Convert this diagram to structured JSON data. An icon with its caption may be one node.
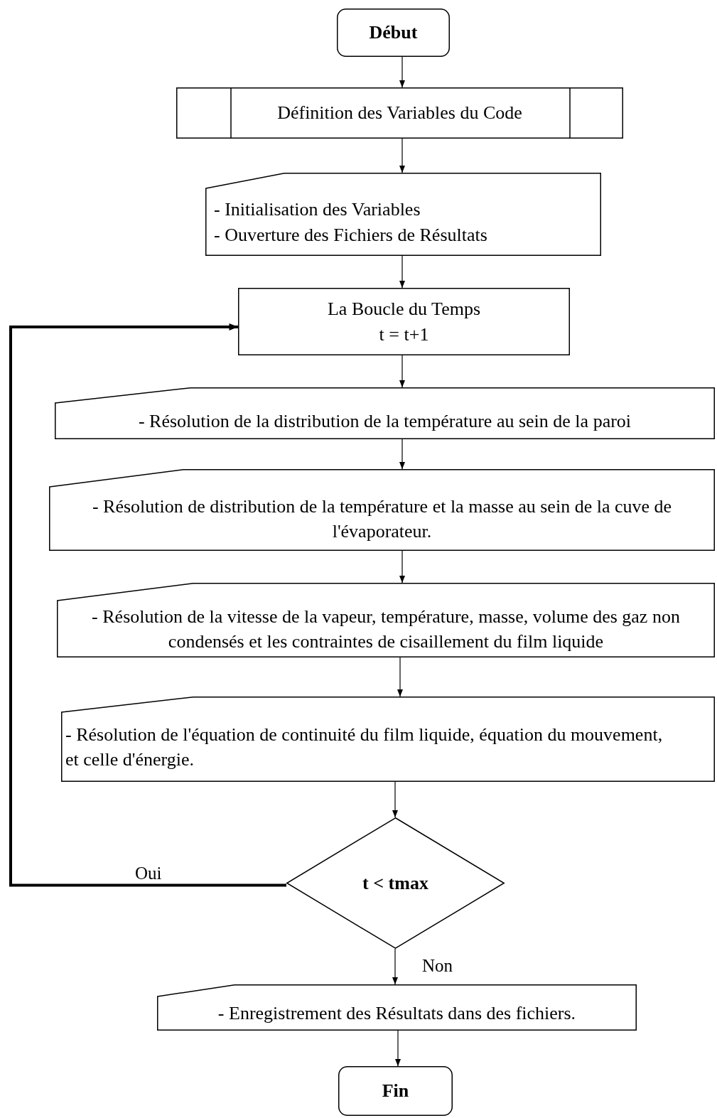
{
  "diagram": {
    "nodes": [
      {
        "text": [
          "Début"
        ]
      },
      {
        "text": [
          "Définition des Variables du Code"
        ]
      },
      {
        "text": [
          "- Initialisation des Variables",
          "- Ouverture des Fichiers de Résultats"
        ]
      },
      {
        "text": [
          "La Boucle du Temps",
          "t = t+1"
        ]
      },
      {
        "text": [
          "- Résolution de la distribution de la température au sein de la paroi"
        ]
      },
      {
        "text": [
          "- Résolution de distribution de la température et la masse au sein de la cuve de l'évaporateur."
        ]
      },
      {
        "text": [
          "- Résolution de la vitesse de la vapeur, température, masse, volume des gaz non condensés et les contraintes de cisaillement du film liquide"
        ]
      },
      {
        "text": [
          "- Résolution de l'équation de continuité du film liquide, équation du mouvement, et celle d'énergie."
        ]
      },
      {
        "text": [
          "t < tmax"
        ]
      },
      {
        "text": [
          "- Enregistrement des Résultats dans des fichiers."
        ]
      },
      {
        "text": [
          "Fin"
        ]
      }
    ],
    "edges": [
      {
        "from": 0,
        "to": 1,
        "arrow": "to"
      },
      {
        "from": 1,
        "to": 2,
        "arrow": "to"
      },
      {
        "from": 2,
        "to": 3,
        "arrow": "to"
      },
      {
        "from": 3,
        "to": 4,
        "arrow": "to"
      },
      {
        "from": 4,
        "to": 5,
        "arrow": "to"
      },
      {
        "from": 5,
        "to": 6,
        "arrow": "to"
      },
      {
        "from": 6,
        "to": 7,
        "arrow": "to"
      },
      {
        "from": 7,
        "to": 8,
        "arrow": "to"
      },
      {
        "from": 8,
        "to": 3,
        "arrow": "to",
        "label": "Oui",
        "style": "thick"
      },
      {
        "from": 8,
        "to": 9,
        "arrow": "to",
        "label": "Non"
      },
      {
        "from": 9,
        "to": 10,
        "arrow": "to"
      }
    ]
  }
}
